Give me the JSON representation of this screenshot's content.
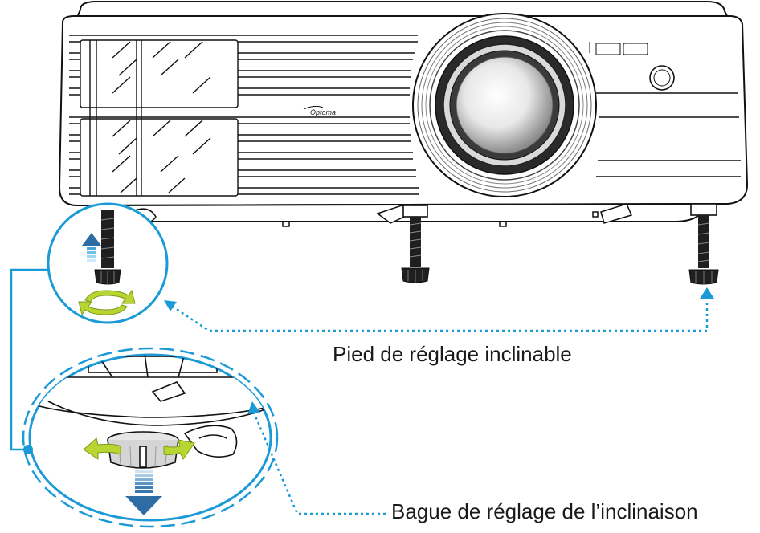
{
  "labels": {
    "tilt_foot": "Pied de réglage inclinable",
    "tilt_ring": "Bague de réglage de l’inclinaison"
  },
  "brand": {
    "logo_text": "Optoma"
  },
  "colors": {
    "callout": "#1a9ad6",
    "arrow_up": "#6ec1e8",
    "arrow_down": "#2e6da4",
    "rotate_arrows": "#b8d531",
    "outline": "#111111"
  },
  "icons": [
    "up-arrow-icon",
    "down-arrow-icon",
    "rotate-arrows-icon"
  ]
}
